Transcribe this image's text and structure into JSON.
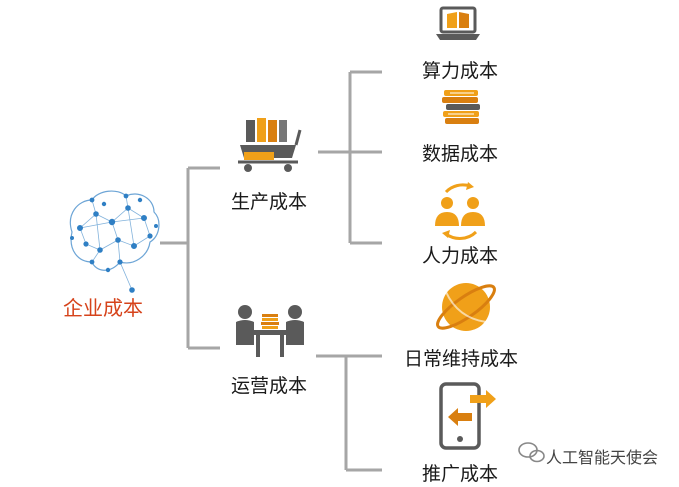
{
  "root": {
    "label": "企业成本"
  },
  "branches": [
    {
      "label": "生产成本",
      "icon": "cart-with-books-icon",
      "children": [
        {
          "label": "算力成本",
          "icon": "laptop-book-icon"
        },
        {
          "label": "数据成本",
          "icon": "book-stack-icon"
        },
        {
          "label": "人力成本",
          "icon": "people-cycle-icon"
        }
      ]
    },
    {
      "label": "运营成本",
      "icon": "meeting-table-icon",
      "children": [
        {
          "label": "日常维持成本",
          "icon": "planet-icon"
        },
        {
          "label": "推广成本",
          "icon": "phone-transfer-icon"
        }
      ]
    }
  ],
  "watermark": {
    "text": "人工智能天使会",
    "icon": "wechat-icon"
  },
  "colors": {
    "line": "#a6a6a6",
    "accent": "#f0a019",
    "accent_dark": "#d97f10",
    "root_text": "#d6431b",
    "brain": "#2f7fc4",
    "icon_gray": "#5a5a5a"
  }
}
